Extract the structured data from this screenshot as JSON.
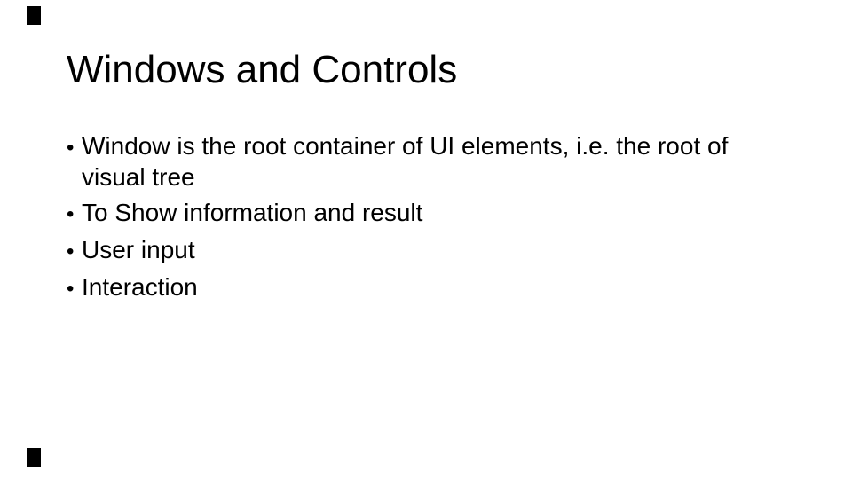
{
  "slide": {
    "title": "Windows and Controls",
    "bullet_char": "•",
    "bullets": [
      "Window is the root container of UI elements, i.e. the root of visual tree",
      "To Show information and result",
      "User input",
      "Interaction"
    ],
    "colors": {
      "background": "#ffffff",
      "text": "#000000",
      "corner_marks": "#000000"
    }
  }
}
